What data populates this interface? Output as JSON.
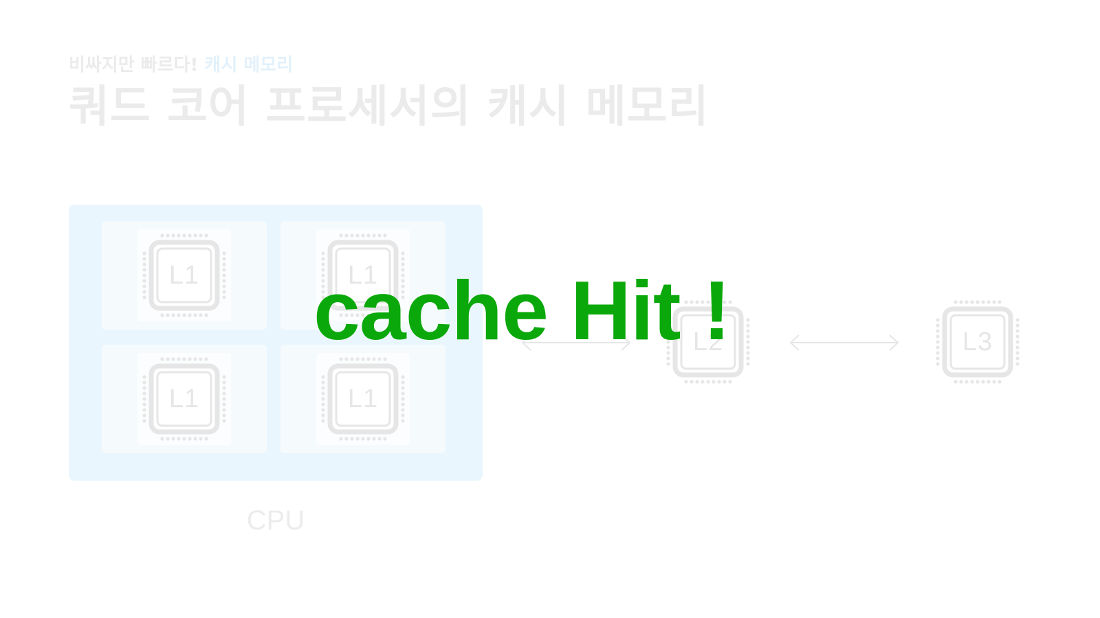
{
  "header": {
    "subtitle_prefix": "비싸지만 빠르다!",
    "subtitle_highlight": "캐시 메모리",
    "title": "쿼드 코어 프로세서의 캐시 메모리"
  },
  "cpu": {
    "label": "CPU",
    "cores": [
      {
        "chip_label": "L1"
      },
      {
        "chip_label": "L1"
      },
      {
        "chip_label": "L1"
      },
      {
        "chip_label": "L1"
      }
    ]
  },
  "caches": {
    "l2_label": "L2",
    "l3_label": "L3"
  },
  "overlay": {
    "text": "cache Hit !",
    "color": "#0aa80a"
  },
  "colors": {
    "cpu_background": "#eaf6fd",
    "faded_text": "#ebebeb",
    "chip_stroke": "#e6e6e6"
  }
}
